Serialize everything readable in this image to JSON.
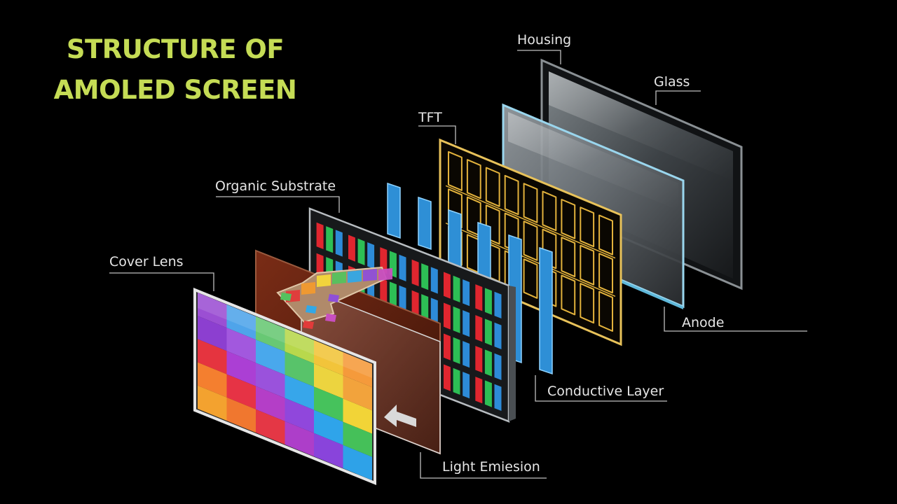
{
  "title": {
    "line1": "STRUCTURE OF",
    "line2": "AMOLED SCREEN"
  },
  "labels": {
    "housing": "Housing",
    "glass": "Glass",
    "tft": "TFT",
    "organic_substrate": "Organic Substrate",
    "cover_lens": "Cover Lens",
    "anode": "Anode",
    "conductive_layer": "Conductive Layer",
    "light_emission": "Light Emiesion"
  },
  "colors": {
    "title": "#c5dc55",
    "background": "#000000",
    "tft_gold": "#e2b23c",
    "conductive_blue": "#2e8fd6",
    "substrate_red": "#e0262f",
    "substrate_green": "#2dbf55",
    "substrate_blue": "#2d8bd8",
    "emission_brown": "#6a2412"
  },
  "cover_lens_colors": [
    [
      "#9b4fd3",
      "#4fa4ea",
      "#68c874",
      "#b8d84c",
      "#f2c43a",
      "#f59a3b"
    ],
    [
      "#8c3fd0",
      "#a258de",
      "#49a8ec",
      "#58c36a",
      "#ecd43f",
      "#f2a33c"
    ],
    [
      "#e5343f",
      "#ab3fd4",
      "#9a52dc",
      "#37a6ea",
      "#46c25c",
      "#f2d437"
    ],
    [
      "#f47f2f",
      "#e63345",
      "#b43ec7",
      "#9047dc",
      "#2fa4ea",
      "#45c059"
    ],
    [
      "#f3a22f",
      "#f0772f",
      "#e43745",
      "#ad3ec9",
      "#8944db",
      "#2ea2e8"
    ]
  ],
  "arrow_colors": [
    "#e23a3a",
    "#f29a2e",
    "#f4d83a",
    "#55c25e",
    "#33a8e6",
    "#8f4fd8",
    "#c84fc0"
  ]
}
